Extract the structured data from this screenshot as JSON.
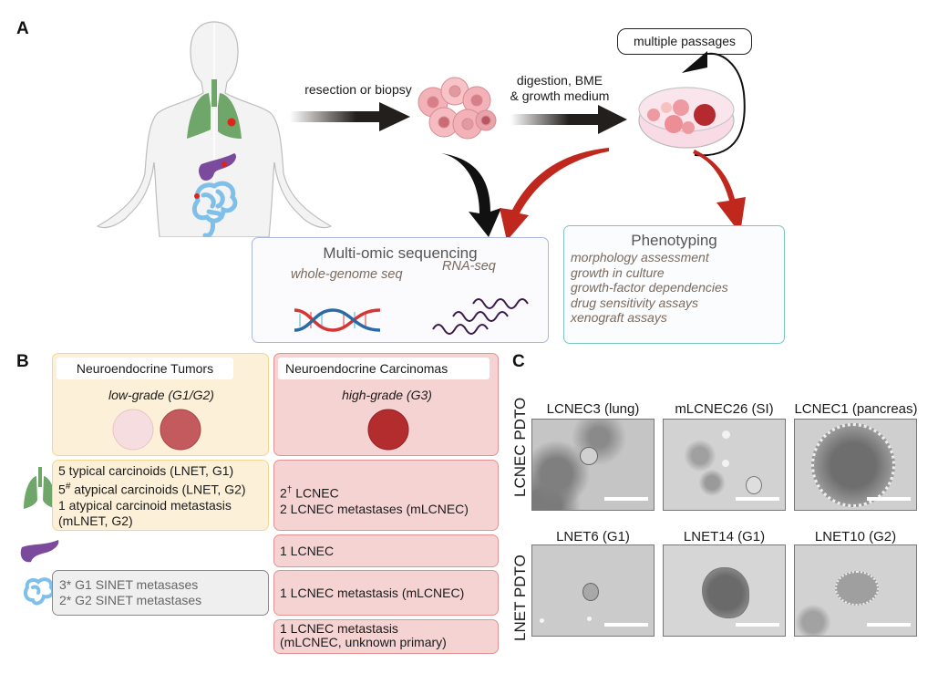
{
  "panels": {
    "A": {
      "letter": "A",
      "steps": {
        "resection": "resection or biopsy",
        "digestion_line1": "digestion, BME",
        "digestion_line2": "& growth medium",
        "passages": "multiple passages"
      },
      "omic_box": {
        "title": "Multi-omic sequencing",
        "wgs": "whole-genome seq",
        "rna": "RNA-seq"
      },
      "pheno_box": {
        "title": "Phenotyping",
        "items": [
          "morphology assessment",
          "growth in culture",
          "growth-factor dependencies",
          "drug sensitivity assays",
          "xenograft assays"
        ]
      },
      "colors": {
        "lung": "#6fa76a",
        "pancreas": "#7b4a9c",
        "intestine": "#7fc0ea",
        "tumor_dot": "#e0241b",
        "red_arrow": "#c0281e",
        "black_arrow": "#111111"
      }
    },
    "B": {
      "letter": "B",
      "net": {
        "header": "Neuroendocrine Tumors",
        "grade": "low-grade (G1/G2)",
        "lung_lines": [
          {
            "pre": "5 typical carcinoids (LNET, G1)",
            "sup": ""
          },
          {
            "pre": "5",
            "sup": "#",
            "post": " atypical carcinoids (LNET, G2)"
          },
          {
            "pre": "1 atypical carcinoid metastasis",
            "sup": ""
          },
          {
            "pre": "(mLNET, G2)",
            "sup": ""
          }
        ],
        "si_lines": [
          "3* G1 SINET metasases",
          "2* G2 SINET metastases"
        ]
      },
      "nec": {
        "header": "Neuroendocrine Carcinomas",
        "grade": "high-grade (G3)",
        "lung_line1_pre": "2",
        "lung_line1_sup": "†",
        "lung_line1_post": " LCNEC",
        "lung_line2": "2 LCNEC metastases (mLCNEC)",
        "pancreas": "1 LCNEC",
        "si": "1 LCNEC metastasis (mLCNEC)",
        "unknown_line1": "1 LCNEC metastasis",
        "unknown_line2": "(mLCNEC, unknown  primary)"
      }
    },
    "C": {
      "letter": "C",
      "rows": [
        {
          "label": "LCNEC PDTO",
          "images": [
            "LCNEC3 (lung)",
            "mLCNEC26 (SI)",
            "LCNEC1 (pancreas)"
          ]
        },
        {
          "label": "LNET PDTO",
          "images": [
            "LNET6 (G1)",
            "LNET14 (G1)",
            "LNET10 (G2)"
          ]
        }
      ]
    }
  }
}
